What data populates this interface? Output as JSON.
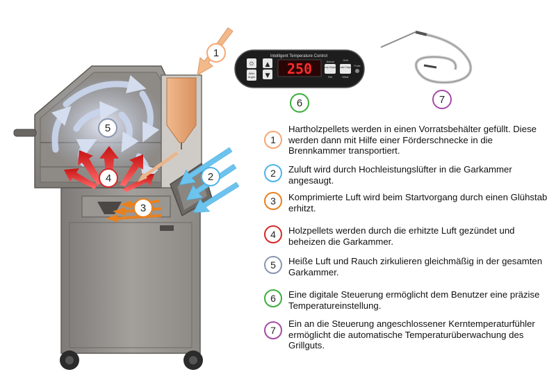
{
  "controller": {
    "title": "Intelligent Temperature Control",
    "display": "250",
    "temp_label": "Temp Display",
    "actual_label": "Actual",
    "set_label": "Set",
    "smoke_label": "Smoke Display",
    "grill_label": "Grill",
    "meat_label": "Meat",
    "probe_label": "Probe",
    "auger_label": "Auger",
    "after_label": "After"
  },
  "markers": {
    "m1": "1",
    "m2": "2",
    "m3": "3",
    "m4": "4",
    "m5": "5",
    "m6": "6",
    "m7": "7"
  },
  "legend": [
    {
      "num": "1",
      "color": "#f5a773",
      "text": "Hartholzpellets werden in einen Vorratsbehälter gefüllt. Diese werden dann mit Hilfe einer Förderschnecke in die Brennkammer transportiert."
    },
    {
      "num": "2",
      "color": "#4db3e6",
      "text": "Zuluft wird durch Hochleistungslüfter in die Garkammer angesaugt."
    },
    {
      "num": "3",
      "color": "#e8801f",
      "text": "Komprimierte Luft wird beim Startvorgang durch einen Glühstab erhitzt."
    },
    {
      "num": "4",
      "color": "#d62828",
      "text": "Holzpellets werden durch die erhitzte Luft gezündet und beheizen die Garkammer."
    },
    {
      "num": "5",
      "color": "#8a96b0",
      "text": "Heiße Luft und Rauch zirkulieren gleichmäßig in der gesamten Garkammer."
    },
    {
      "num": "6",
      "color": "#3cae3c",
      "text": "Eine digitale Steuerung ermöglicht dem Benutzer eine präzise Temperatureinstellung."
    },
    {
      "num": "7",
      "color": "#a54aa5",
      "text": "Ein an die Steuerung angeschlossener Kerntemperaturfühler ermöglicht die automatische Temperaturüberwachung des Grillguts."
    }
  ]
}
